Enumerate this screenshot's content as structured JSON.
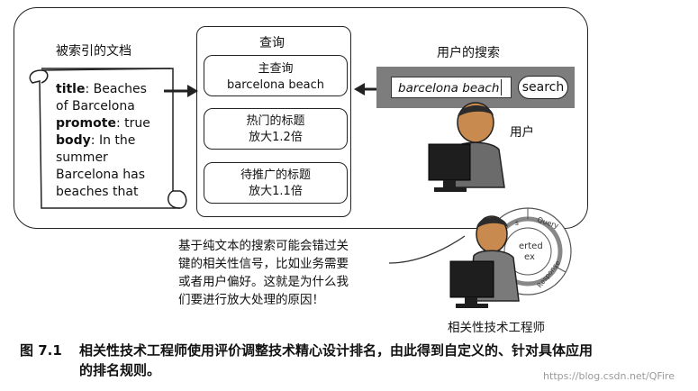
{
  "doc_column": {
    "title": "被索引的文档",
    "lines": [
      {
        "key": "title",
        "text": ": Beaches"
      },
      {
        "key": "",
        "text": "of Barcelona"
      },
      {
        "key": "promote",
        "text": ": true"
      },
      {
        "key": "body",
        "text": ": In the"
      },
      {
        "key": "",
        "text": "summer"
      },
      {
        "key": "",
        "text": "Barcelona has"
      },
      {
        "key": "",
        "text": "beaches that"
      }
    ]
  },
  "query_column": {
    "title": "查询",
    "items": [
      {
        "line1": "主查询",
        "line2": "barcelona beach"
      },
      {
        "line1": "热门的标题",
        "line2": "放大1.2倍"
      },
      {
        "line1": "待推广的标题",
        "line2": "放大1.1倍"
      }
    ]
  },
  "user_column": {
    "title": "用户的搜索",
    "search_value": "barcelona beach",
    "search_button": "search",
    "user_label": "用户"
  },
  "engineer": {
    "label": "相关性技术工程师",
    "wheel_labels": [
      "Query",
      "erted",
      "ex",
      "Response",
      "s"
    ]
  },
  "note_lines": [
    "基于纯文本的搜索可能会错过关",
    "键的相关性信号，比如业务需要",
    "或者用户偏好。这就是为什么我",
    "们要进行放大处理的原因！"
  ],
  "caption": {
    "number": "图 7.1",
    "line1": "相关性技术工程师使用评价调整技术精心设计排名，由此得到自定义的、针对具体应用",
    "line2": "的排名规则。"
  },
  "watermark": "https://blog.csdn.net/QFire",
  "colors": {
    "search_bar": "#7d7d7d",
    "skin": "#c98a4f",
    "hair": "#2b2b2b",
    "monitor": "#1e1e1e"
  }
}
